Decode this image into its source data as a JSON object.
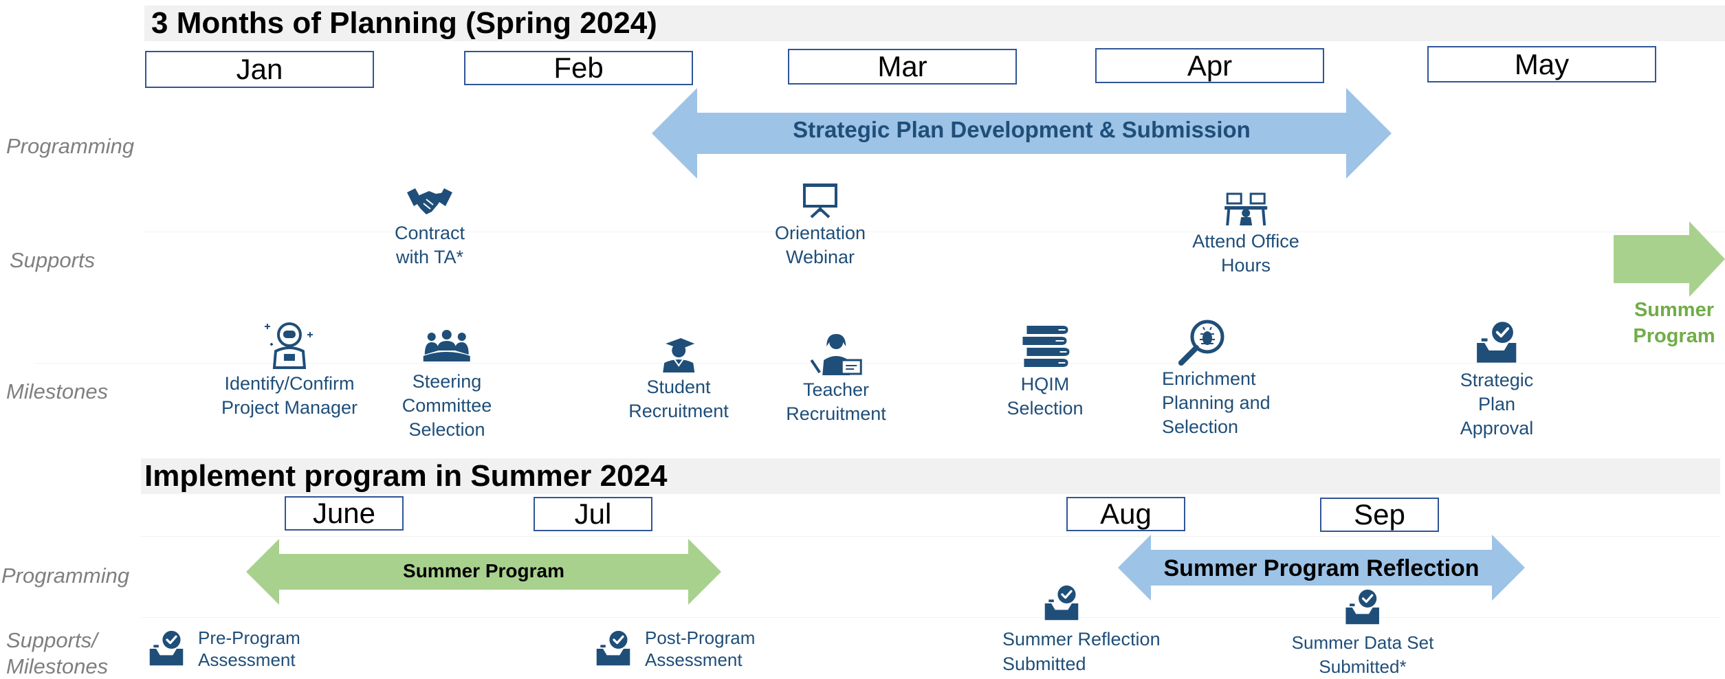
{
  "spring": {
    "title": "3 Months of Planning (Spring 2024)",
    "months": [
      "Jan",
      "Feb",
      "Mar",
      "Apr",
      "May"
    ],
    "rows": [
      "Programming",
      "Supports",
      "Milestones"
    ],
    "arrow_label": "Strategic Plan Development & Submission",
    "supports": [
      {
        "icon": "handshake-icon",
        "lines": [
          "Contract",
          "with TA*"
        ]
      },
      {
        "icon": "presentation-board-icon",
        "lines": [
          "Orientation",
          "Webinar"
        ]
      },
      {
        "icon": "office-desks-icon",
        "lines": [
          "Attend Office",
          "Hours"
        ]
      }
    ],
    "milestones": [
      {
        "icon": "astronaut-icon",
        "lines": [
          "Identify/Confirm",
          "Project Manager"
        ]
      },
      {
        "icon": "group-meeting-icon",
        "lines": [
          "Steering",
          "Committee",
          "Selection"
        ]
      },
      {
        "icon": "student-icon",
        "lines": [
          "Student",
          "Recruitment"
        ]
      },
      {
        "icon": "teacher-icon",
        "lines": [
          "Teacher",
          "Recruitment"
        ]
      },
      {
        "icon": "books-icon",
        "lines": [
          "HQIM",
          "Selection"
        ]
      },
      {
        "icon": "magnifier-bug-icon",
        "lines": [
          "Enrichment",
          "Planning and",
          "Selection"
        ]
      },
      {
        "icon": "inbox-check-icon",
        "lines": [
          "Strategic",
          "Plan",
          "Approval"
        ]
      }
    ],
    "summer_arrow_label": [
      "Summer",
      "Program"
    ]
  },
  "summer": {
    "title": "Implement program in Summer 2024",
    "months": [
      "June",
      "Jul",
      "Aug",
      "Sep"
    ],
    "rows": [
      "Programming",
      "Supports/",
      "Milestones"
    ],
    "program_arrow_label": "Summer Program",
    "reflection_arrow_label": "Summer Program Reflection",
    "items": [
      {
        "icon": "inbox-check-icon",
        "lines": [
          "Pre-Program",
          "Assessment"
        ]
      },
      {
        "icon": "inbox-check-icon",
        "lines": [
          "Post-Program",
          "Assessment"
        ]
      },
      {
        "icon": "inbox-check-icon",
        "lines": [
          "Summer Reflection",
          "Submitted"
        ]
      },
      {
        "icon": "inbox-check-icon",
        "lines": [
          "Summer Data Set",
          "Submitted*"
        ]
      }
    ]
  },
  "colors": {
    "navy": "#1f4e79",
    "blue_arrow": "#9dc3e6",
    "green_arrow": "#a9d18e",
    "green_text": "#70ad47",
    "month_border": "#2f5597"
  }
}
